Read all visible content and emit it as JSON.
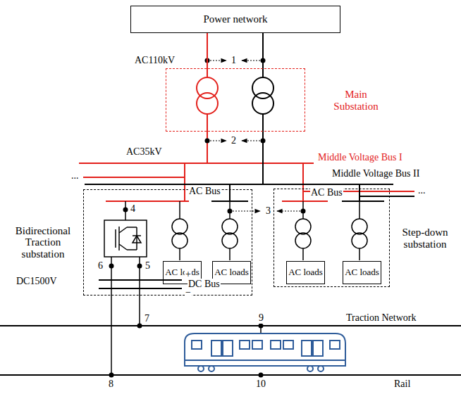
{
  "diagram": {
    "nodes": [
      {
        "text": [
          "Power network"
        ]
      },
      {
        "text": [
          "Main Substation"
        ]
      },
      {
        "text": [
          "Bidirectional Traction substation"
        ]
      },
      {
        "text": [
          "AC loads"
        ],
        "in": 2
      },
      {
        "text": [
          "AC loads"
        ],
        "in": 2
      },
      {
        "text": [
          "Step-down substation"
        ]
      },
      {
        "text": [
          "AC loads"
        ],
        "in": 5
      },
      {
        "text": [
          "AC loads"
        ],
        "in": 5
      }
    ],
    "edges": [
      {
        "from": 0,
        "to": 1,
        "arrow": "none"
      },
      {
        "from": 0,
        "to": 1,
        "arrow": "none"
      }
    ],
    "labels": [
      "AC110kV",
      "1",
      "2",
      "AC35kV",
      "Middle Voltage Bus I",
      "Middle Voltage Bus II",
      "...",
      "...",
      "AC Bus",
      "AC Bus",
      "3",
      "4",
      "5",
      "6",
      "DC1500V",
      "+",
      "DC Bus",
      "−",
      "7",
      "9",
      "Traction Network",
      "8",
      "10",
      "Rail"
    ]
  }
}
